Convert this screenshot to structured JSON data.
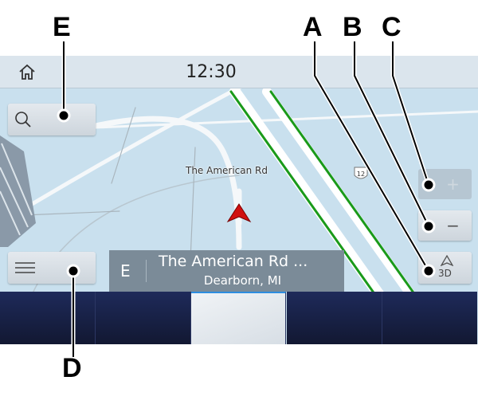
{
  "header": {
    "clock": "12:30",
    "home_icon": "home-icon"
  },
  "map": {
    "road_label": "The American Rd",
    "route_shield": "12"
  },
  "buttons": {
    "search_icon": "search-icon",
    "menu_icon": "menu-icon",
    "zoom_in": "+",
    "zoom_out": "−",
    "view_mode": "3D"
  },
  "info_bar": {
    "direction": "E",
    "street": "The American Rd ...",
    "city": "Dearborn, MI"
  },
  "callouts": {
    "a": "A",
    "b": "B",
    "c": "C",
    "d": "D",
    "e": "E"
  },
  "colors": {
    "map": "#c9e0ee",
    "route": "#1a9a1a",
    "bottom_bar": "#1a2248",
    "vehicle": "#d01010"
  }
}
